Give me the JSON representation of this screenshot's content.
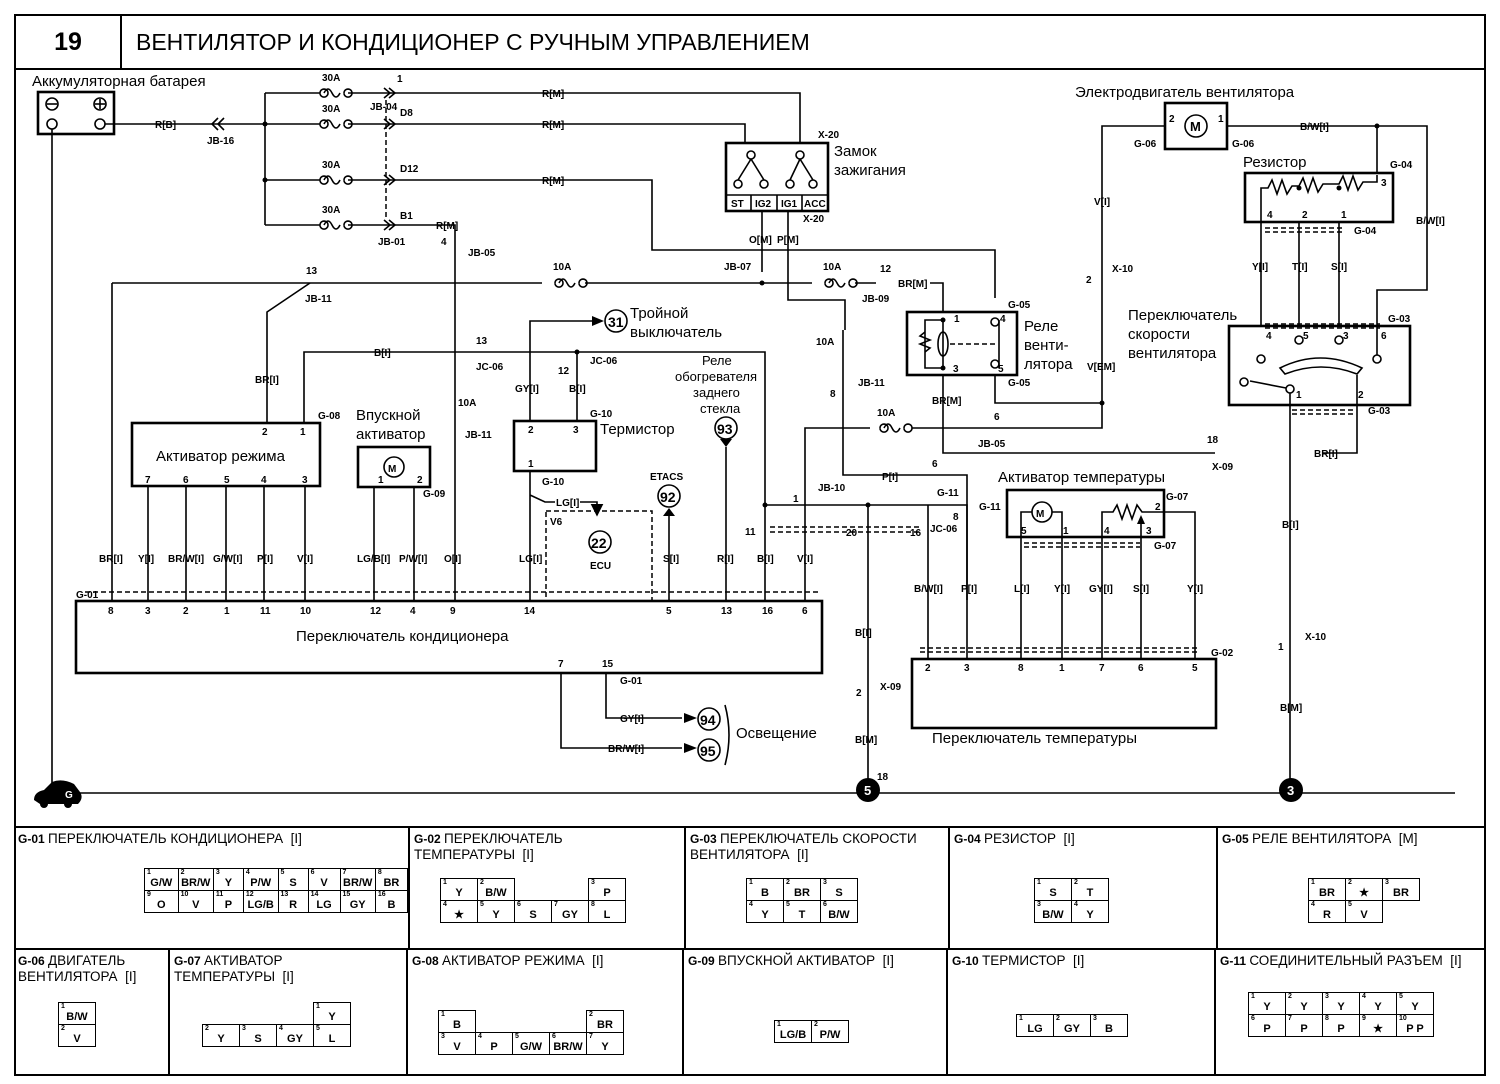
{
  "header": {
    "number": "19",
    "title": "ВЕНТИЛЯТОР И КОНДИЦИОНЕР С РУЧНЫМ УПРАВЛЕНИЕМ"
  },
  "components": {
    "battery": "Аккумуляторная батарея",
    "ignition": [
      "Замок",
      "зажигания"
    ],
    "ignition_positions": [
      "ST",
      "IG2",
      "IG1",
      "ACC"
    ],
    "fan_motor": "Электродвигатель вентилятора",
    "resistor": "Резистор",
    "fan_relay": [
      "Реле",
      "венти-",
      "лятора"
    ],
    "fan_speed_switch": [
      "Переключатель",
      "скорости",
      "вентилятора"
    ],
    "mode_actuator": "Активатор режима",
    "intake_actuator": [
      "Впускной",
      "активатор"
    ],
    "thermistor": "Термистор",
    "triple_switch": [
      "Тройной",
      "выключатель"
    ],
    "rear_defog_relay": [
      "Реле",
      "обогревателя",
      "заднего",
      "стекла"
    ],
    "etacs": "ETACS",
    "ecu": "ECU",
    "v6": "V6",
    "ac_switch": "Переключатель кондиционера",
    "temp_actuator": "Активатор температуры",
    "temp_switch": "Переключатель температуры",
    "lighting": "Освещение",
    "motor_symbol": "M"
  },
  "references": {
    "r31": "31",
    "r93": "93",
    "r92": "92",
    "r22": "22",
    "r94": "94",
    "r95": "95",
    "g_ground": "G",
    "ground5": "5",
    "ground3": "3",
    "ground5_pin": "18"
  },
  "fuses": {
    "f30": "30A",
    "f10": "10A"
  },
  "wires": {
    "RB": "R[B]",
    "RM": "R[M]",
    "OM": "O[M]",
    "PM": "P[M]",
    "BRM": "BR[M]",
    "VI": "V[I]",
    "VEM": "V[EM]",
    "BWI": "B/W[I]",
    "YI": "Y[I]",
    "TI": "T[I]",
    "SI": "S[I]",
    "BRI": "BR[I]",
    "BI": "B[I]",
    "BM": "B[M]",
    "GYI": "GY[I]",
    "LGI": "LG[I]",
    "PI": "P[I]",
    "RI": "R[I]",
    "LI": "L[I]",
    "BRWI": "BR/W[I]",
    "GWI": "G/W[I]",
    "LGBI": "LG/B[I]",
    "PWI": "P/W[I]",
    "OI": "O[I]"
  },
  "connectors": {
    "JB16": "JB-16",
    "JB04": "JB-04",
    "JB01": "JB-01",
    "JB05": "JB-05",
    "JB07": "JB-07",
    "JB09": "JB-09",
    "JB11": "JB-11",
    "JB10": "JB-10",
    "JC06": "JC-06",
    "X20": "X-20",
    "X10": "X-10",
    "X09": "X-09",
    "G01": "G-01",
    "G02": "G-02",
    "G03": "G-03",
    "G04": "G-04",
    "G05": "G-05",
    "G06": "G-06",
    "G07": "G-07",
    "G08": "G-08",
    "G09": "G-09",
    "G10": "G-10",
    "G11": "G-11",
    "D8": "D8",
    "D12": "D12",
    "B1": "B1"
  },
  "ac_switch_pins": [
    "8",
    "3",
    "2",
    "1",
    "11",
    "10",
    "12",
    "4",
    "9",
    "14",
    "5",
    "13",
    "16",
    "6"
  ],
  "ac_switch_pins_lower": [
    "7",
    "15"
  ],
  "panels": [
    {
      "id": "G-01",
      "title": "ПЕРЕКЛЮЧАТЕЛЬ КОНДИЦИОНЕРА",
      "tag": "[I]",
      "rows": [
        [
          [
            "1",
            "G/W"
          ],
          [
            "2",
            "BR/W"
          ],
          [
            "3",
            "Y"
          ],
          [
            "4",
            "P/W"
          ],
          [
            "5",
            "S"
          ],
          [
            "6",
            "V"
          ],
          [
            "7",
            "BR/W"
          ],
          [
            "8",
            "BR"
          ]
        ],
        [
          [
            "9",
            "O"
          ],
          [
            "10",
            "V"
          ],
          [
            "11",
            "P"
          ],
          [
            "12",
            "LG/B"
          ],
          [
            "13",
            "R"
          ],
          [
            "14",
            "LG"
          ],
          [
            "15",
            "GY"
          ],
          [
            "16",
            "B"
          ]
        ]
      ]
    },
    {
      "id": "G-02",
      "title": "ПЕРЕКЛЮЧАТЕЛЬ\nТЕМПЕРАТУРЫ",
      "tag": "[I]",
      "rows": [
        [
          [
            "1",
            "Y"
          ],
          [
            "2",
            "B/W"
          ],
          [
            "",
            ""
          ],
          [
            "",
            ""
          ],
          [
            "3",
            "P"
          ]
        ],
        [
          [
            "4",
            "★"
          ],
          [
            "5",
            "Y"
          ],
          [
            "6",
            "S"
          ],
          [
            "7",
            "GY"
          ],
          [
            "8",
            "L"
          ]
        ]
      ]
    },
    {
      "id": "G-03",
      "title": "ПЕРЕКЛЮЧАТЕЛЬ СКОРОСТИ\nВЕНТИЛЯТОРА",
      "tag": "[I]",
      "rows": [
        [
          [
            "1",
            "B"
          ],
          [
            "2",
            "BR"
          ],
          [
            "3",
            "S"
          ]
        ],
        [
          [
            "4",
            "Y"
          ],
          [
            "5",
            "T"
          ],
          [
            "6",
            "B/W"
          ]
        ]
      ]
    },
    {
      "id": "G-04",
      "title": "РЕЗИСТОР",
      "tag": "[I]",
      "rows": [
        [
          [
            "1",
            "S"
          ],
          [
            "2",
            "T"
          ]
        ],
        [
          [
            "3",
            "B/W"
          ],
          [
            "4",
            "Y"
          ]
        ]
      ]
    },
    {
      "id": "G-05",
      "title": "РЕЛЕ ВЕНТИЛЯТОРА",
      "tag": "[M]",
      "rows": [
        [
          [
            "1",
            "BR"
          ],
          [
            "2",
            "★"
          ],
          [
            "3",
            "BR"
          ]
        ],
        [
          [
            "4",
            "R"
          ],
          [
            "5",
            "V"
          ]
        ]
      ]
    },
    {
      "id": "G-06",
      "title": "ДВИГАТЕЛЬ\nВЕНТИЛЯТОРА",
      "tag": "[I]",
      "rows": [
        [
          [
            "1",
            "B/W"
          ]
        ],
        [
          [
            "2",
            "V"
          ]
        ]
      ]
    },
    {
      "id": "G-07",
      "title": "АКТИВАТОР\nТЕМПЕРАТУРЫ",
      "tag": "[I]",
      "rows": [
        [
          [
            "",
            ""
          ],
          [
            "",
            ""
          ],
          [
            "",
            ""
          ],
          [
            "1",
            "Y"
          ]
        ],
        [
          [
            "2",
            "Y"
          ],
          [
            "3",
            "S"
          ],
          [
            "4",
            "GY"
          ],
          [
            "5",
            "L"
          ]
        ]
      ]
    },
    {
      "id": "G-08",
      "title": "АКТИВАТОР РЕЖИМА",
      "tag": "[I]",
      "rows": [
        [
          [
            "1",
            "B"
          ],
          [
            "",
            ""
          ],
          [
            "",
            ""
          ],
          [
            "",
            ""
          ],
          [
            "2",
            "BR"
          ]
        ],
        [
          [
            "3",
            "V"
          ],
          [
            "4",
            "P"
          ],
          [
            "5",
            "G/W"
          ],
          [
            "6",
            "BR/W"
          ],
          [
            "7",
            "Y"
          ]
        ]
      ]
    },
    {
      "id": "G-09",
      "title": "ВПУСКНОЙ АКТИВАТОР",
      "tag": "[I]",
      "rows": [
        [
          [
            "1",
            "LG/B"
          ],
          [
            "2",
            "P/W"
          ]
        ]
      ]
    },
    {
      "id": "G-10",
      "title": "ТЕРМИСТОР",
      "tag": "[I]",
      "rows": [
        [
          [
            "1",
            "LG"
          ],
          [
            "2",
            "GY"
          ],
          [
            "3",
            "B"
          ]
        ]
      ]
    },
    {
      "id": "G-11",
      "title": "СОЕДИНИТЕЛЬНЫЙ РАЗЪЕМ",
      "tag": "[I]",
      "rows": [
        [
          [
            "1",
            "Y"
          ],
          [
            "2",
            "Y"
          ],
          [
            "3",
            "Y"
          ],
          [
            "4",
            "Y"
          ],
          [
            "5",
            "Y"
          ]
        ],
        [
          [
            "6",
            "P"
          ],
          [
            "7",
            "P"
          ],
          [
            "8",
            "P"
          ],
          [
            "9",
            "★"
          ],
          [
            "10",
            "P P"
          ]
        ]
      ]
    }
  ]
}
